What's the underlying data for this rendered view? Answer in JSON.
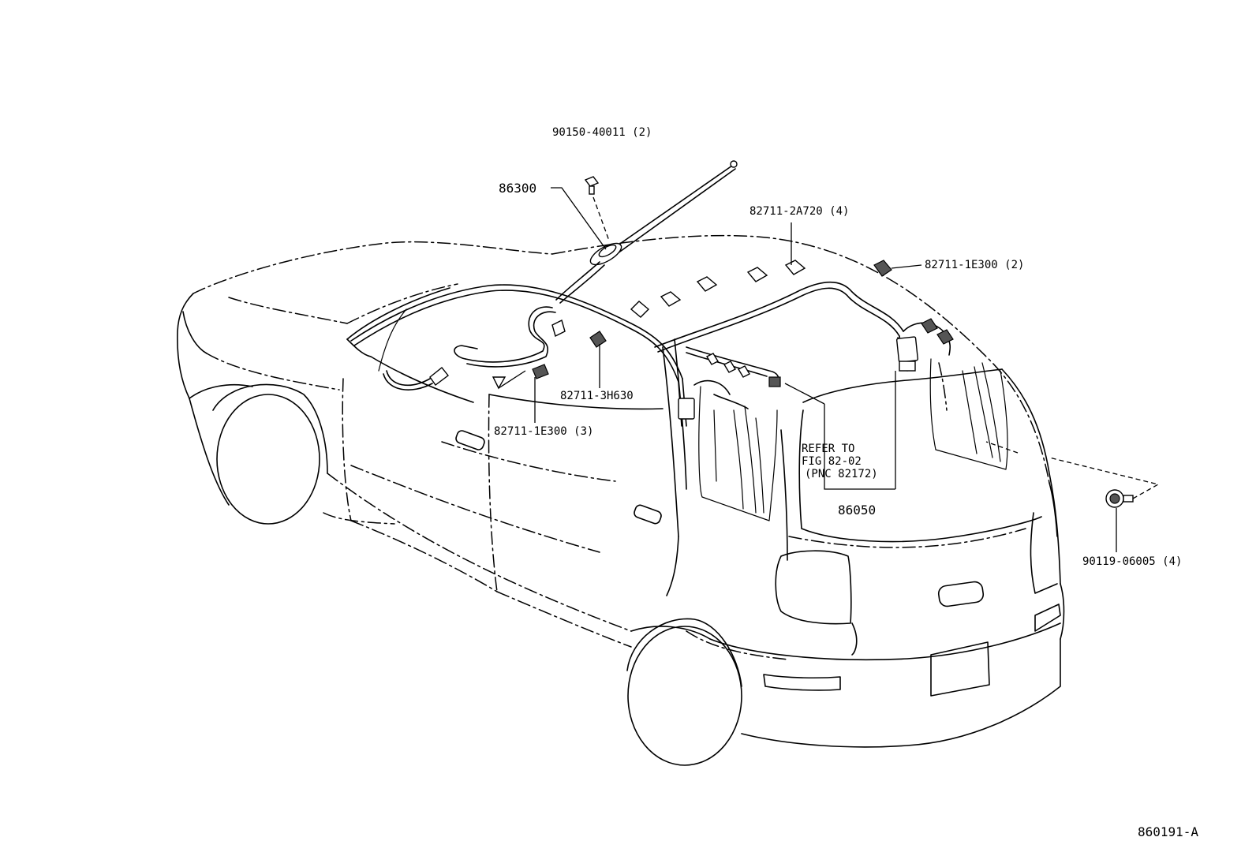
{
  "callouts": {
    "bolt_top": "90150-40011 (2)",
    "antenna": "86300",
    "clamp_roof": "82711-2A720 (4)",
    "clamp_rear_right": "82711-1E300 (2)",
    "clamp_center": "82711-3H630",
    "clamp_left": "82711-1E300 (3)",
    "refer_line1": "REFER TO",
    "refer_line2": "FIG 82-02",
    "refer_line3": "(PNC 82172)",
    "cord": "86050",
    "bolt_rear": "90119-06005 (4)",
    "figure_id": "860191-A"
  }
}
